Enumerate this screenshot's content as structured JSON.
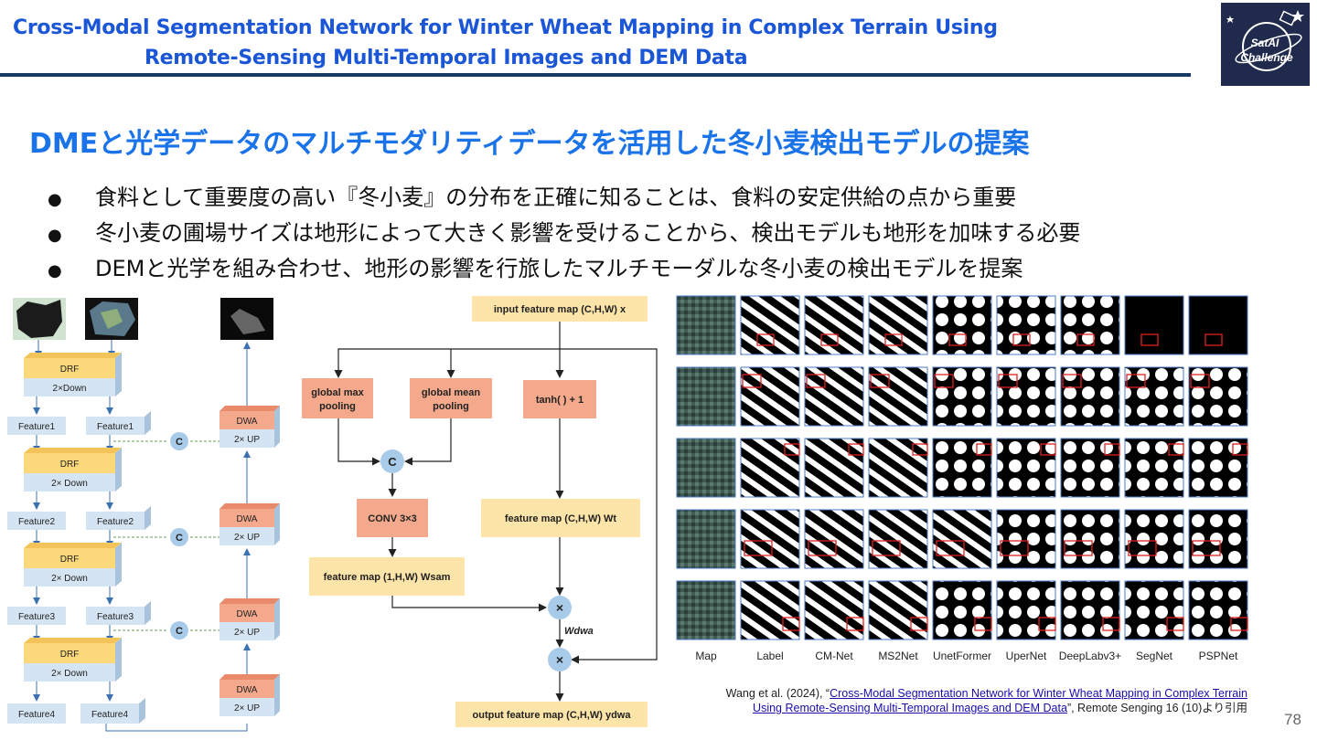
{
  "header": {
    "title_line1": "Cross-Modal Segmentation Network for Winter Wheat Mapping in Complex Terrain Using",
    "title_line2": "Remote-Sensing Multi-Temporal Images and DEM Data",
    "logo_text_line1": "SatAI",
    "logo_text_line2": "Challenge"
  },
  "heading": "DMEと光学データのマルチモダリティデータを活用した冬小麦検出モデルの提案",
  "bullets": [
    "食料として重要度の高い『冬小麦』の分布を正確に知ることは、食料の安定供給の点から重要",
    "冬小麦の圃場サイズは地形によって大きく影響を受けることから、検出モデルも地形を加味する必要",
    "DEMと光学を組み合わせ、地形の影響を行旅したマルチモーダルな冬小麦の検出モデルを提案"
  ],
  "arch": {
    "drf": "DRF",
    "down": "2×Down",
    "down_spaced": "2× Down",
    "features_left": [
      "Feature1",
      "Feature2",
      "Feature3",
      "Feature4"
    ],
    "features_right": [
      "Feature1",
      "Feature2",
      "Feature3",
      "Feature4"
    ],
    "c": "C",
    "dwa": "DWA",
    "up": "2× UP"
  },
  "dwa_module": {
    "input": "input feature map (C,H,W) x",
    "gmax": [
      "global max",
      "pooling"
    ],
    "gmean": [
      "global mean",
      "pooling"
    ],
    "tanh": "tanh( ) + 1",
    "c": "C",
    "conv": "CONV  3×3",
    "fmap_wt": "feature map (C,H,W) Wt",
    "fmap_wsam": "feature map (1,H,W) Wsam",
    "mult": "×",
    "wdwa": "Wdwa",
    "output": "output feature map (C,H,W) ydwa"
  },
  "results": {
    "columns": [
      "Map",
      "Label",
      "CM-Net",
      "MS2Net",
      "UnetFormer",
      "UperNet",
      "DeepLabv3+",
      "SegNet",
      "PSPNet"
    ]
  },
  "citation": {
    "prefix": "Wang et al. (2024), “",
    "link_line1": "Cross-Modal Segmentation Network for Winter Wheat Mapping in Complex Terrain",
    "link_line2": "Using Remote-Sensing Multi-Temporal Images and DEM Data",
    "suffix": "”, Remote Senging 16 (10)より引用"
  },
  "page_number": "78",
  "colors": {
    "title": "#1a56d6",
    "heading": "#1a73e8",
    "drf_yellow": "#fbd87a",
    "blue_box": "#d4e4f3",
    "dwa_orange": "#f4a98c",
    "circle": "#a9cbea"
  }
}
